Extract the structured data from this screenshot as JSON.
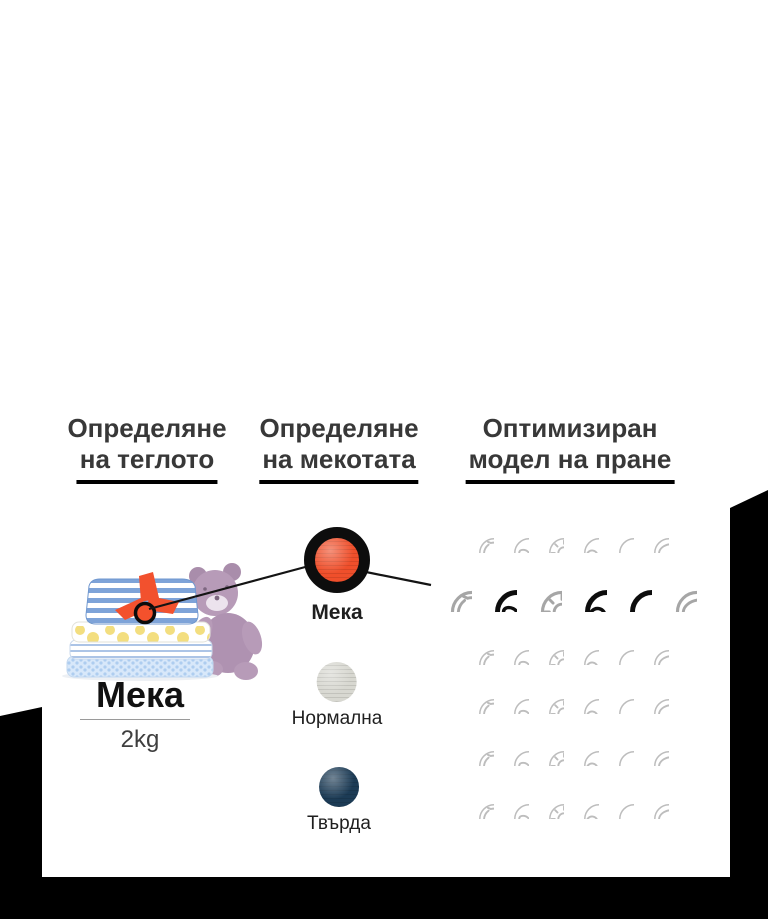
{
  "columns": {
    "weight": {
      "header_line1": "Определяне",
      "header_line2": "на теглото",
      "illustration": "stack-of-folded-baby-clothes-with-teddy-bear",
      "result_label": "Мека",
      "result_value": "2kg"
    },
    "softness": {
      "header_line1": "Определяне",
      "header_line2": "на мекотата",
      "options": [
        {
          "label": "Мека",
          "color": "#ef4f2b",
          "selected": true
        },
        {
          "label": "Нормална",
          "color": "#d8d8d1",
          "selected": false
        },
        {
          "label": "Твърда",
          "color": "#1c3b55",
          "selected": false
        }
      ]
    },
    "wash_pattern": {
      "header_line1": "Оптимизиран",
      "header_line2": "модел на пране",
      "icons": [
        "rolling",
        "infinity",
        "scrub",
        "tumble",
        "swing",
        "filtration"
      ],
      "rows": [
        {
          "active": false,
          "bold_icons": []
        },
        {
          "active": true,
          "bold_icons": [
            "infinity",
            "tumble",
            "swing"
          ]
        },
        {
          "active": false,
          "bold_icons": []
        },
        {
          "active": false,
          "bold_icons": []
        },
        {
          "active": false,
          "bold_icons": []
        },
        {
          "active": false,
          "bold_icons": []
        }
      ]
    }
  },
  "colors": {
    "accent_orange": "#ef4f2b",
    "swatch_normal": "#d8d8d1",
    "swatch_hard": "#1c3b55",
    "icon_gray": "#bdbdbd",
    "icon_active_gray": "#a6a6a6",
    "icon_black": "#0d0d0d",
    "corner_black": "#000000",
    "header_text": "#383838"
  }
}
